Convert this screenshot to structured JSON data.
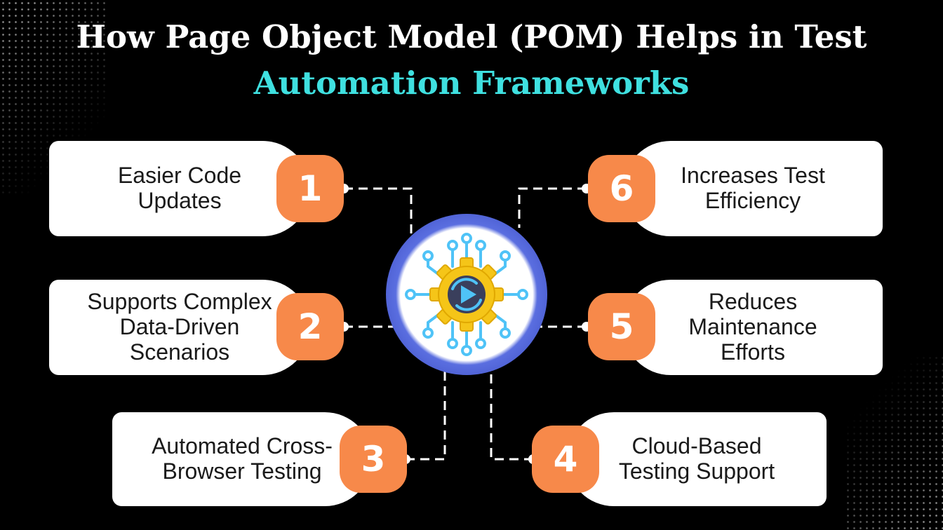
{
  "title": {
    "line1": "How Page Object Model (POM) Helps in Test",
    "line2": "Automation Frameworks"
  },
  "benefits": [
    {
      "number": "1",
      "label": "Easier Code\nUpdates"
    },
    {
      "number": "2",
      "label": "Supports Complex\nData-Driven\nScenarios"
    },
    {
      "number": "3",
      "label": "Automated Cross-\nBrowser Testing"
    },
    {
      "number": "4",
      "label": "Cloud-Based\nTesting Support"
    },
    {
      "number": "5",
      "label": "Reduces\nMaintenance\nEfforts"
    },
    {
      "number": "6",
      "label": "Increases Test\nEfficiency"
    }
  ],
  "hub": {
    "icon": "gear-automation-play-icon"
  },
  "colors": {
    "background": "#000000",
    "title": "#ffffff",
    "title_accent": "#3fe0e0",
    "badge": "#f7894a",
    "card": "#ffffff",
    "hub_ring": "#3343b8",
    "gear": "#f5c518",
    "circuit": "#4fc3f7"
  }
}
